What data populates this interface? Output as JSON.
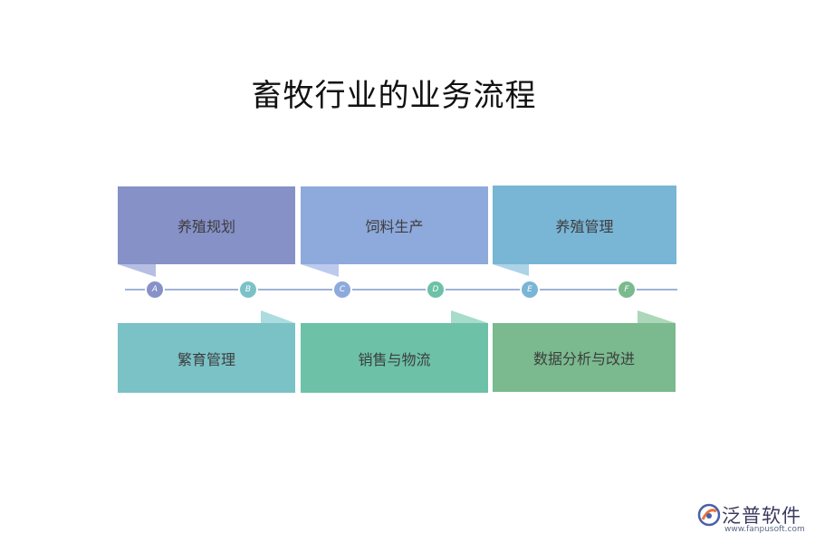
{
  "title": "畜牧行业的业务流程",
  "steps_top": [
    {
      "label": "养殖规划",
      "color": "#8691c8"
    },
    {
      "label": "饲料生产",
      "color": "#8ea9dc"
    },
    {
      "label": "养殖管理",
      "color": "#79b5d5"
    }
  ],
  "steps_bottom": [
    {
      "label": "繁育管理",
      "color": "#7bc2c7"
    },
    {
      "label": "销售与物流",
      "color": "#6cc1a6"
    },
    {
      "label": "数据分析与改进",
      "color": "#7aba8e"
    }
  ],
  "nodes": [
    {
      "letter": "A",
      "color": "#8691c8"
    },
    {
      "letter": "B",
      "color": "#7bc2c7"
    },
    {
      "letter": "C",
      "color": "#8ea9dc"
    },
    {
      "letter": "D",
      "color": "#6cc1a6"
    },
    {
      "letter": "E",
      "color": "#79b5d5"
    },
    {
      "letter": "F",
      "color": "#7aba8e"
    }
  ],
  "logo": {
    "name": "泛普软件",
    "url": "www.fanpusoft.com"
  }
}
